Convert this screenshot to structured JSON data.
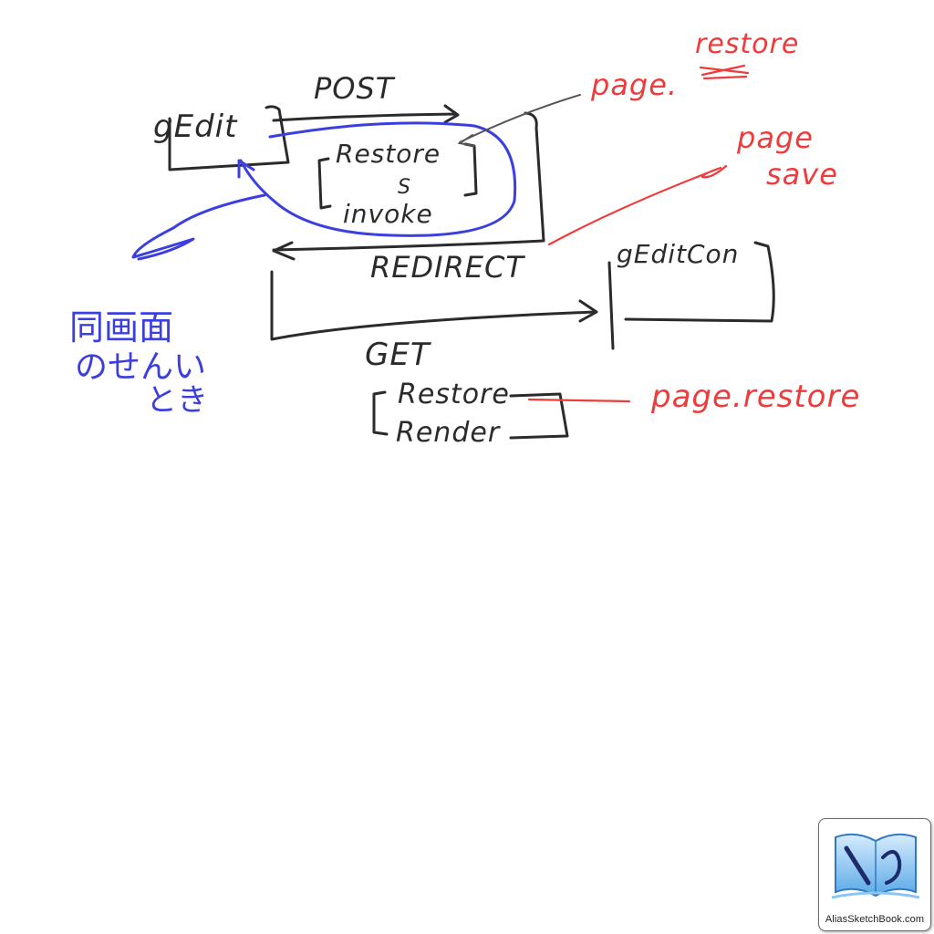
{
  "diagram": {
    "nodes": {
      "gedit": "gEdit",
      "gedit_confirm": "gEditCon"
    },
    "edges": {
      "post": "POST",
      "redirect": "REDIRECT",
      "get": "GET"
    },
    "phases": {
      "post_restore": "Restore",
      "post_separator": "S",
      "post_invoke": "invoke",
      "get_restore": "Restore",
      "get_render": "Render"
    },
    "annotations_red": {
      "page_restore_top_page": "page.",
      "page_restore_top_restore": "restore",
      "page_save_page": "page",
      "page_save_save": "save",
      "page_restore_bottom": "page.restore"
    },
    "annotations_blue": {
      "line1": "同画面",
      "line2": "のせんい",
      "line3": "とき"
    }
  },
  "watermark": {
    "text": "AliasSketchBook.com",
    "icon": "sketchbook-logo-icon"
  },
  "colors": {
    "ink": "#2b2b2b",
    "red": "#ef3b3b",
    "blue": "#3b3fe0"
  }
}
